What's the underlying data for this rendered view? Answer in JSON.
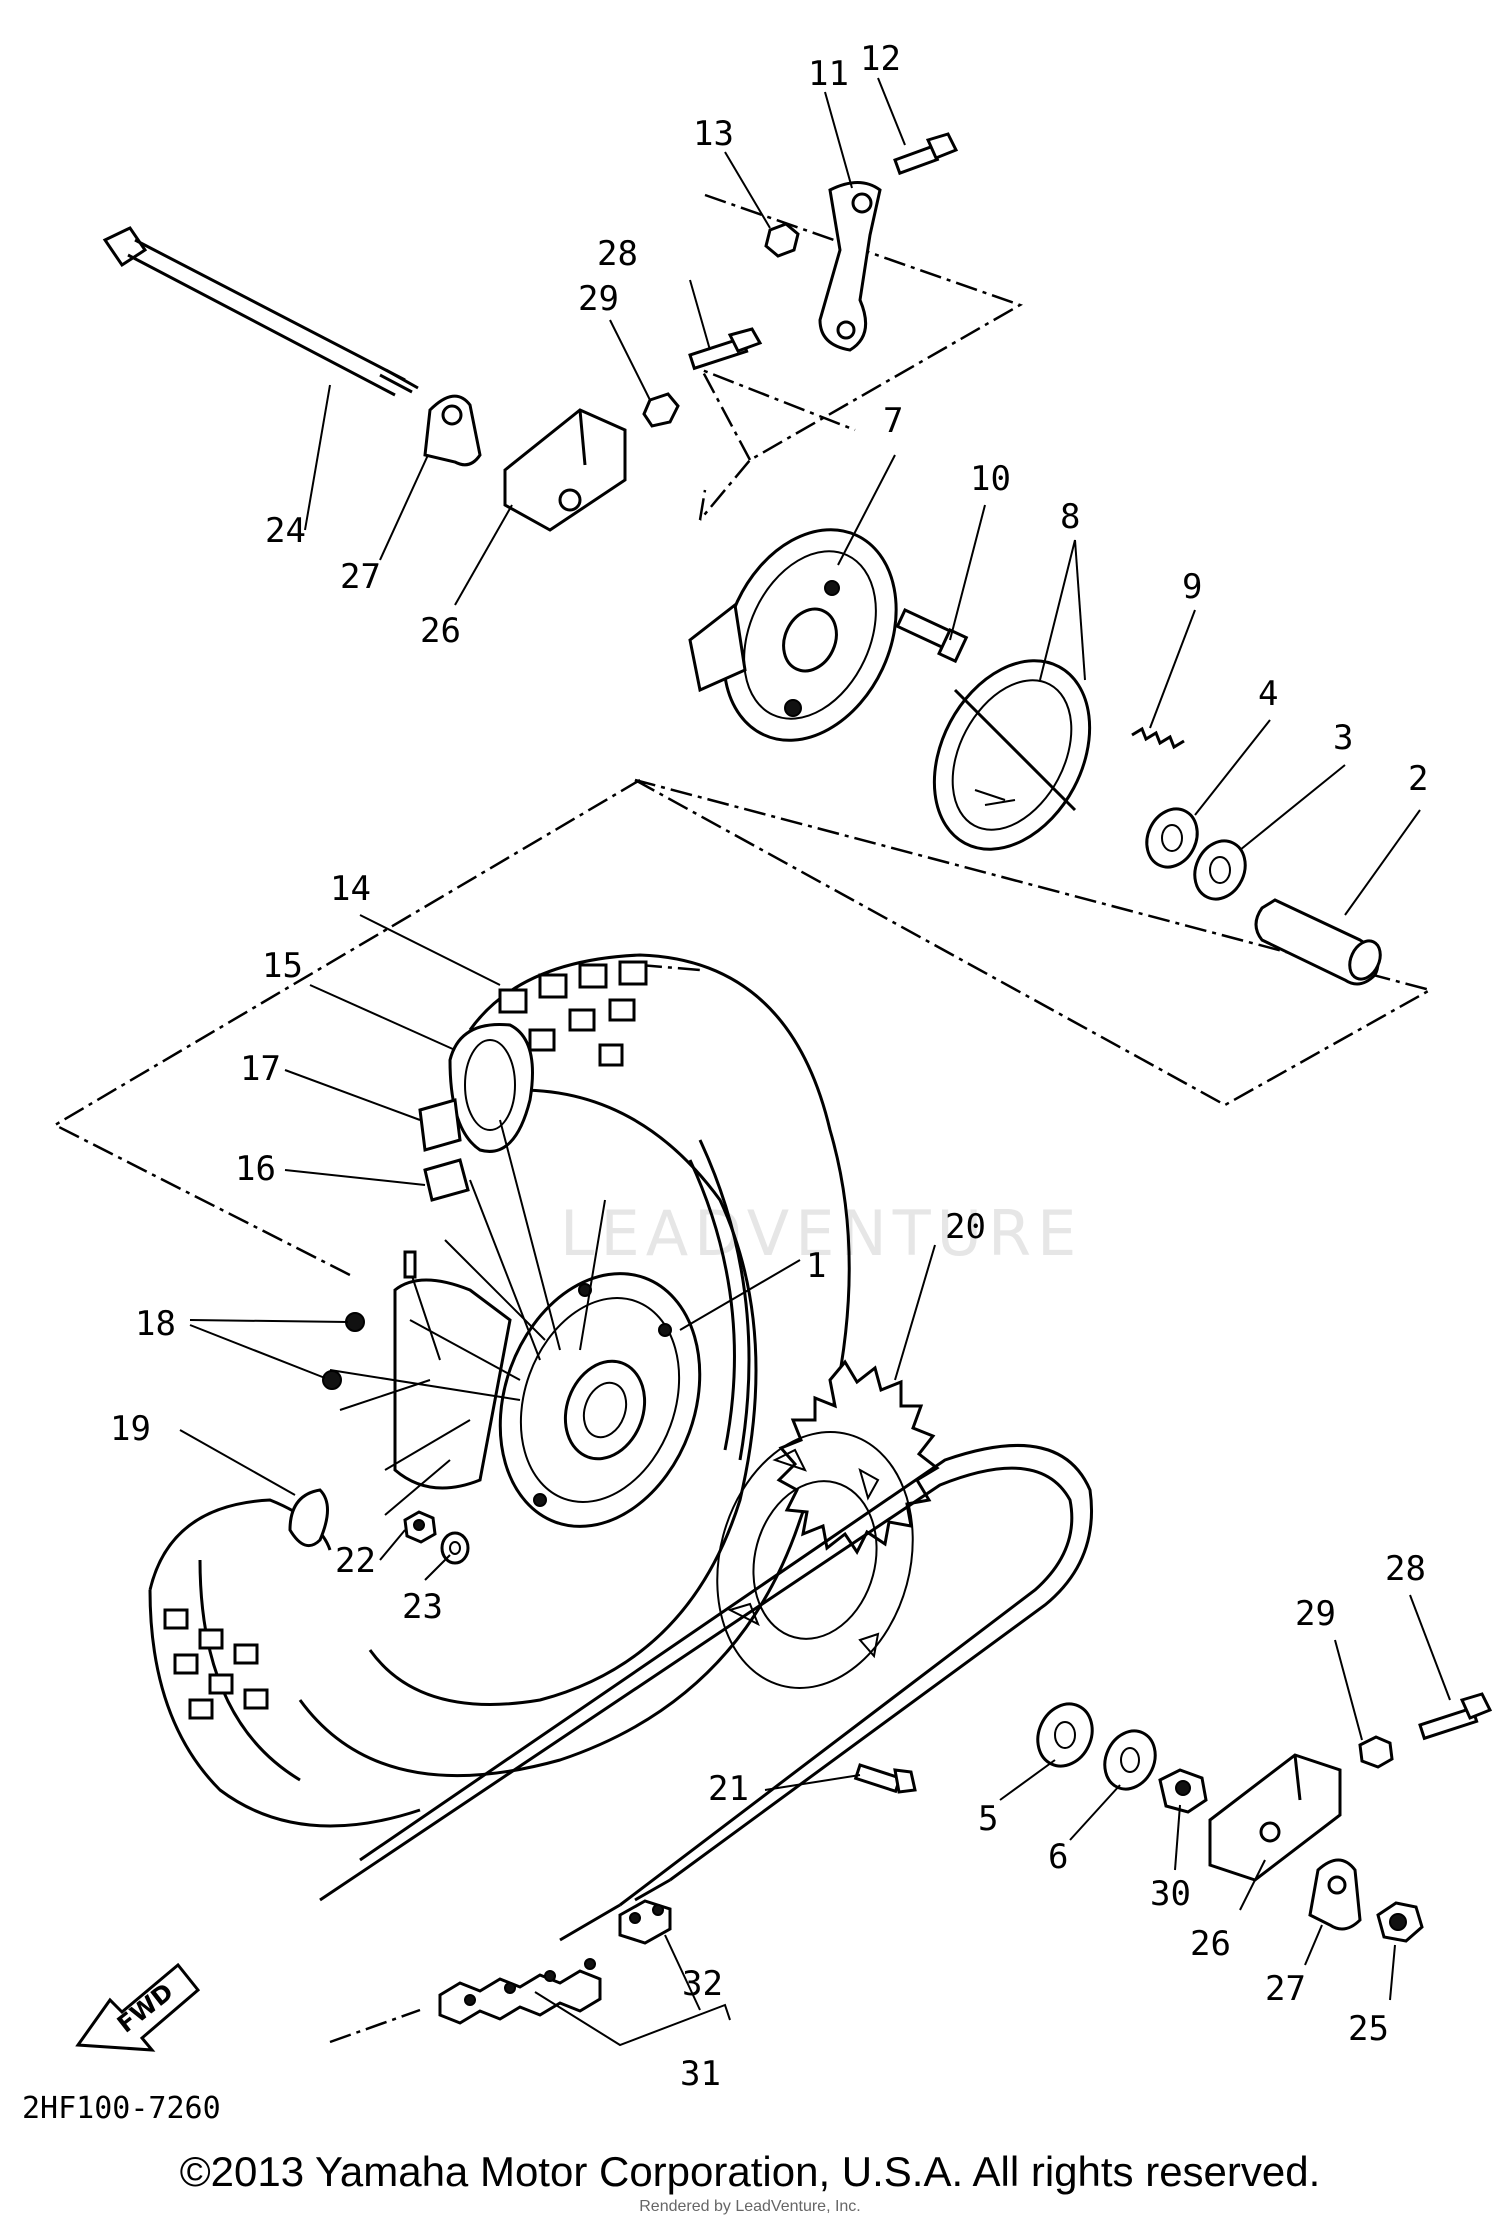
{
  "diagram": {
    "code": "2HF100-7260",
    "fwd_label": "FWD",
    "watermark": "LEADVENTURE",
    "callouts": [
      "1",
      "2",
      "3",
      "4",
      "5",
      "6",
      "7",
      "8",
      "9",
      "10",
      "11",
      "12",
      "13",
      "14",
      "15",
      "16",
      "17",
      "18",
      "19",
      "20",
      "21",
      "22",
      "23",
      "24",
      "25",
      "26",
      "27",
      "28",
      "29",
      "30",
      "31",
      "32"
    ]
  },
  "footer": {
    "copyright": "©2013 Yamaha Motor Corporation, U.S.A. All rights reserved.",
    "credit": "Rendered by LeadVenture, Inc."
  }
}
